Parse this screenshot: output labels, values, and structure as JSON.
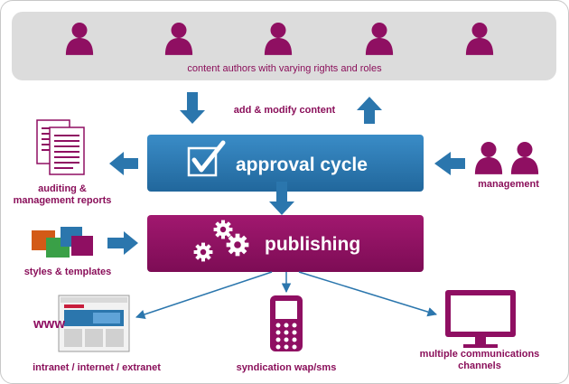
{
  "authors_band": {
    "label": "content authors with varying rights and roles",
    "person_icons": [
      "person-icon",
      "person-icon",
      "person-icon",
      "person-icon",
      "person-icon"
    ]
  },
  "add_modify_label": "add & modify content",
  "approval_box": {
    "title": "approval cycle",
    "icon": "checkmark-icon",
    "color": "#2b76ad"
  },
  "publishing_box": {
    "title": "publishing",
    "icon": "gears-icon",
    "color": "#8f0f62"
  },
  "left_nodes": {
    "reports": {
      "label_line1": "auditing &",
      "label_line2": "management reports",
      "icon": "documents-icon"
    },
    "styles": {
      "label": "styles & templates",
      "icon": "color-squares-icon"
    }
  },
  "right_nodes": {
    "management": {
      "label": "management",
      "icon": "people-icon"
    }
  },
  "outputs": {
    "web": {
      "label": "intranet / internet / extranet",
      "icon_text": "www",
      "icon": "website-icon"
    },
    "mobile": {
      "label": "syndication wap/sms",
      "icon": "mobile-phone-icon"
    },
    "channels": {
      "label_line1": "multiple communications",
      "label_line2": "channels",
      "icon": "monitor-icon"
    }
  },
  "colors": {
    "accent_magenta": "#8f0f62",
    "accent_blue": "#2b76ad",
    "band_gray": "#dcdcdc"
  }
}
